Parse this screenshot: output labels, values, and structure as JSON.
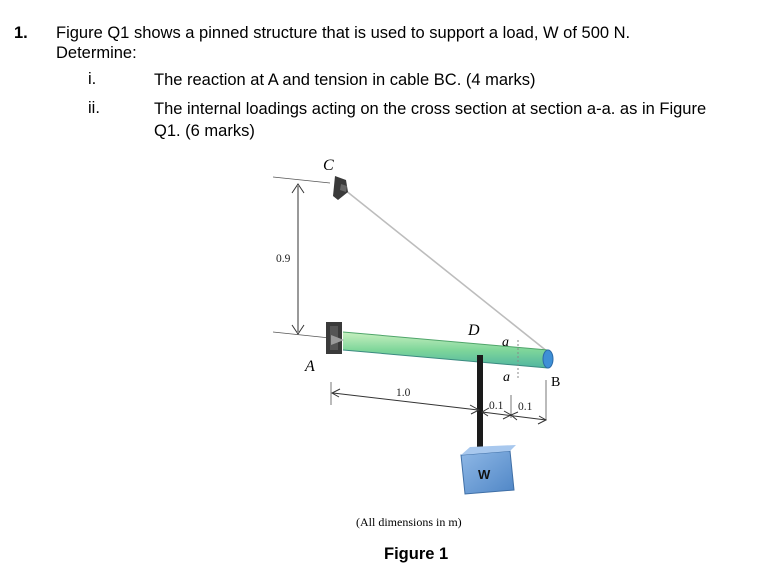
{
  "question": {
    "number": "1.",
    "text_line1": "Figure Q1 shows a pinned structure that is used to support a load, W of 500 N.",
    "text_line2": "Determine:",
    "parts": [
      {
        "label": "i.",
        "text": "The reaction at A and tension in cable BC. (4 marks)"
      },
      {
        "label": "ii.",
        "text_line1": "The internal loadings acting on the cross section at section a-a. as in Figure",
        "text_line2": "Q1. (6 marks)"
      }
    ]
  },
  "figure": {
    "labels": {
      "C": "C",
      "A": "A",
      "B": "B",
      "D": "D",
      "a_top": "a",
      "a_bottom": "a",
      "W": "W"
    },
    "dimensions": {
      "height": "0.9",
      "length": "1.0",
      "seg1": "0.1",
      "seg2": "0.1"
    },
    "caption": "(All dimensions in m)",
    "title": "Figure 1"
  },
  "colors": {
    "beam_light": "#aee6b0",
    "beam_mid": "#6fcf96",
    "beam_end": "#3e8fd6",
    "box": "#6c9fd6",
    "support": "#3a3a3a",
    "cable": "#b5b5b5"
  }
}
